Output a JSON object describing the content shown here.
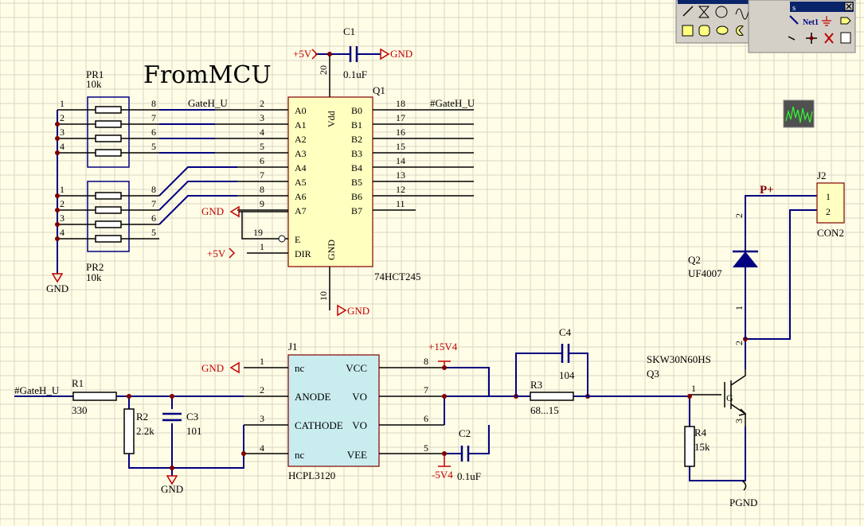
{
  "title_text": "FromMCU",
  "power": {
    "vcc5": "+5V",
    "gnd": "GND",
    "pgnd": "PGND",
    "vcc15": "+15V4",
    "vee5": "-5V4",
    "pplus": "P+"
  },
  "nets": {
    "gateh": "GateH_U",
    "ngateh": "#GateH_U"
  },
  "components": {
    "c1": {
      "ref": "C1",
      "value": "0.1uF"
    },
    "c2": {
      "ref": "C2",
      "value": "0.1uF"
    },
    "c3": {
      "ref": "C3",
      "value": "101"
    },
    "c4": {
      "ref": "C4",
      "value": "104"
    },
    "r1": {
      "ref": "R1",
      "value": "330"
    },
    "r2": {
      "ref": "R2",
      "value": "2.2k"
    },
    "r3": {
      "ref": "R3",
      "value": "68...15"
    },
    "r4": {
      "ref": "R4",
      "value": "15k"
    },
    "pr1": {
      "ref": "PR1",
      "value": "10k"
    },
    "pr2": {
      "ref": "PR2",
      "value": "10k"
    },
    "q1": {
      "ref": "Q1",
      "value": "74HCT245"
    },
    "q2": {
      "ref": "Q2",
      "value": "UF4007"
    },
    "q3": {
      "ref": "Q3",
      "value": "SKW30N60HS"
    },
    "j1": {
      "ref": "J1",
      "value": "HCPL3120"
    },
    "j2": {
      "ref": "J2",
      "value": "CON2"
    }
  },
  "q1_pins_left": [
    {
      "name": "A0",
      "num": "2"
    },
    {
      "name": "A1",
      "num": "3"
    },
    {
      "name": "A2",
      "num": "4"
    },
    {
      "name": "A3",
      "num": "5"
    },
    {
      "name": "A4",
      "num": "6"
    },
    {
      "name": "A5",
      "num": "7"
    },
    {
      "name": "A6",
      "num": "8"
    },
    {
      "name": "A7",
      "num": "9"
    }
  ],
  "q1_pins_right": [
    {
      "name": "B0",
      "num": "18"
    },
    {
      "name": "B1",
      "num": "17"
    },
    {
      "name": "B2",
      "num": "16"
    },
    {
      "name": "B3",
      "num": "15"
    },
    {
      "name": "B4",
      "num": "14"
    },
    {
      "name": "B5",
      "num": "13"
    },
    {
      "name": "B6",
      "num": "12"
    },
    {
      "name": "B7",
      "num": "11"
    }
  ],
  "q1_misc": {
    "vdd": "Vdd",
    "gnd": "GND",
    "e": "E",
    "dir": "DIR",
    "pin20": "20",
    "pin10": "10",
    "pin19": "19",
    "pin1": "1"
  },
  "pr1_pins_left": [
    "1",
    "2",
    "3",
    "4"
  ],
  "pr1_pins_right": [
    "8",
    "7",
    "6",
    "5"
  ],
  "pr2_pins_left": [
    "1",
    "2",
    "3",
    "4"
  ],
  "pr2_pins_right": [
    "8",
    "7",
    "6",
    "5"
  ],
  "j1_pins_left": [
    {
      "name": "nc",
      "num": "1"
    },
    {
      "name": "ANODE",
      "num": "2"
    },
    {
      "name": "CATHODE",
      "num": "3"
    },
    {
      "name": "nc",
      "num": "4"
    }
  ],
  "j1_pins_right": [
    {
      "name": "VCC",
      "num": "8"
    },
    {
      "name": "VO",
      "num": "7"
    },
    {
      "name": "VO",
      "num": "6"
    },
    {
      "name": "VEE",
      "num": "5"
    }
  ],
  "j2_pins": [
    "1",
    "2"
  ],
  "q2_pins": {
    "a": "2",
    "k": "1"
  },
  "q3_pins": {
    "g": "1",
    "c": "2",
    "e": "3",
    "gl": "G"
  },
  "toolbar": {
    "net_label": "Net1",
    "title_fragment": "s"
  }
}
